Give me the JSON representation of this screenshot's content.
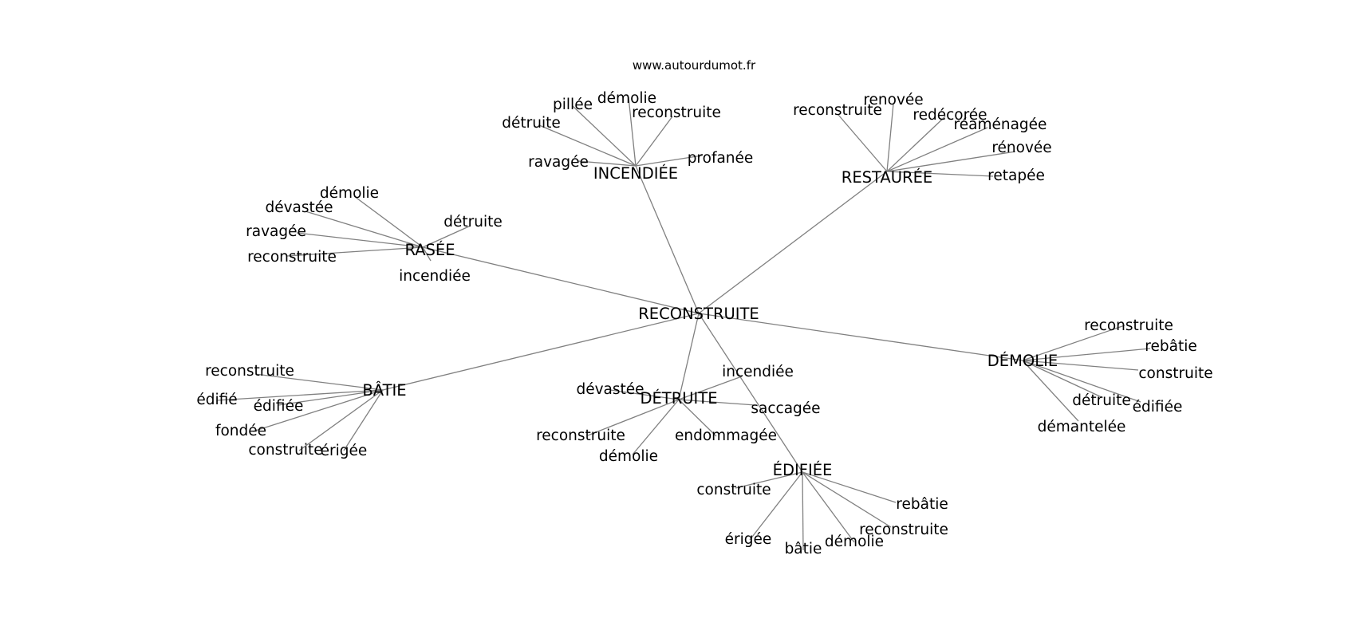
{
  "site": "www.autourdumot.fr",
  "colors": {
    "edge": "#808080",
    "text": "#000000",
    "background": "#ffffff"
  },
  "center": {
    "id": "c",
    "label": "RECONSTRUITE"
  },
  "hubs": [
    {
      "id": "h0",
      "label": "INCENDIÉE",
      "leaves": [
        "pillée",
        "démolie",
        "reconstruite",
        "détruite",
        "ravagée",
        "profanée"
      ]
    },
    {
      "id": "h1",
      "label": "RESTAURÉE",
      "leaves": [
        "reconstruite",
        "renovée",
        "redécorée",
        "réaménagée",
        "rénovée",
        "retapée"
      ]
    },
    {
      "id": "h2",
      "label": "RASÉE",
      "leaves": [
        "démolie",
        "dévastée",
        "détruite",
        "ravagée",
        "reconstruite",
        "incendiée"
      ]
    },
    {
      "id": "h3",
      "label": "DÉMOLIE",
      "leaves": [
        "reconstruite",
        "rebâtie",
        "construite",
        "détruite",
        "édifiée",
        "démantelée"
      ]
    },
    {
      "id": "h4",
      "label": "BÂTIE",
      "leaves": [
        "reconstruite",
        "édifié",
        "édifiée",
        "fondée",
        "construite",
        "érigée"
      ]
    },
    {
      "id": "h5",
      "label": "DÉTRUITE",
      "leaves": [
        "incendiée",
        "dévastée",
        "saccagée",
        "reconstruite",
        "endommagée",
        "démolie"
      ]
    },
    {
      "id": "h6",
      "label": "ÉDIFIÉE",
      "leaves": [
        "construite",
        "rebâtie",
        "reconstruite",
        "érigée",
        "démolie",
        "bâtie"
      ]
    }
  ]
}
